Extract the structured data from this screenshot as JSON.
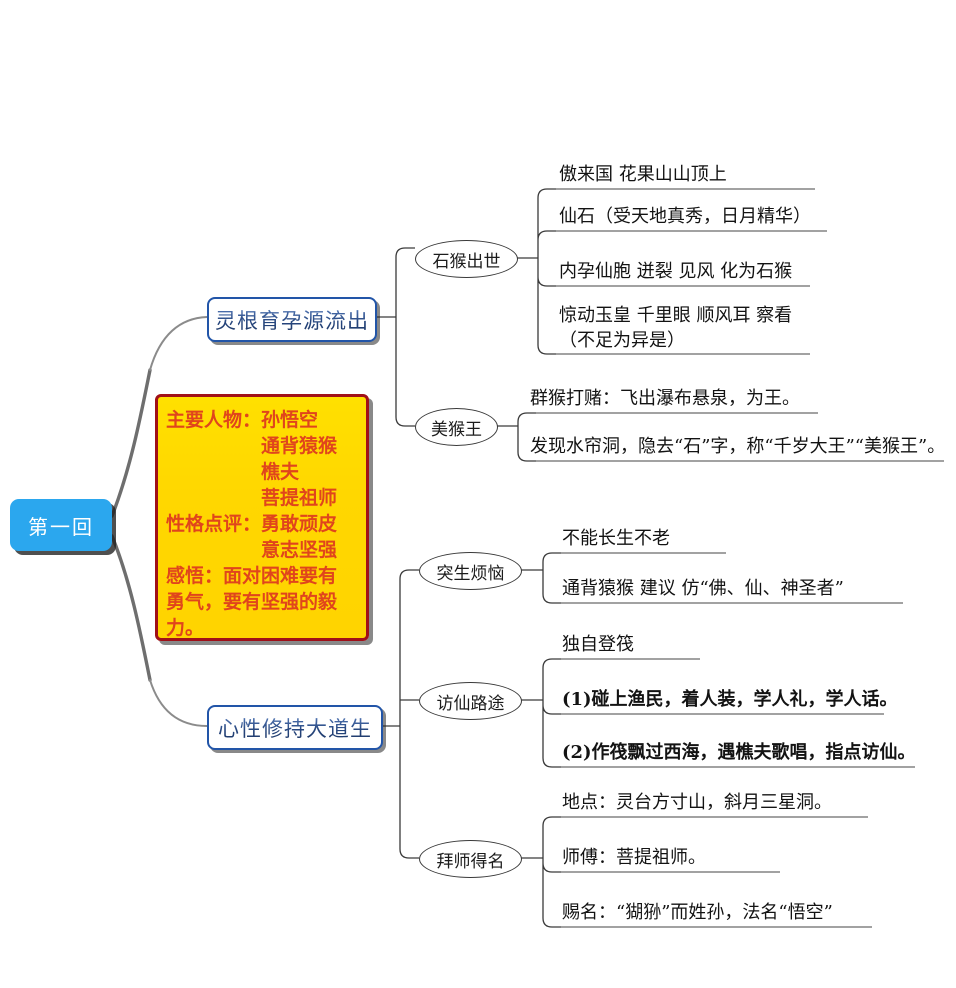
{
  "title": "西游记第一回思维导图",
  "colors": {
    "root_fill": "#2BA7EE",
    "root_text": "#FFFFFF",
    "l1_border": "#2255A8",
    "l1_text": "#2A4E8E",
    "note_fill": "#FFD700",
    "note_border": "#A01018",
    "note_text": "#E0451C",
    "line": "#3A3A3A",
    "background": "#FFFFFF"
  },
  "root": {
    "label": "第一回"
  },
  "note": {
    "name": "main-note-card",
    "lines": [
      "主要人物：孙悟空",
      "　　　　　通背猿猴",
      "　　　　　樵夫",
      "　　　　　菩提祖师",
      "性格点评：勇敢顽皮",
      "　　　　　意志坚强",
      "感悟：面对困难要有",
      "勇气，要有坚强的毅",
      "力。"
    ]
  },
  "branches": [
    {
      "id": "branch-a",
      "label": "灵根育孕源流出",
      "children": [
        {
          "id": "node-shihou-chushi",
          "label": "石猴出世",
          "leaves": [
            {
              "id": "leaf-a1",
              "text": "傲来国 花果山山顶上",
              "bold": false
            },
            {
              "id": "leaf-a2",
              "text": "仙石（受天地真秀，日月精华）",
              "bold": false
            },
            {
              "id": "leaf-a3",
              "text": "内孕仙胞 迸裂 见风 化为石猴",
              "bold": false
            },
            {
              "id": "leaf-a4",
              "text": "惊动玉皇 千里眼 顺风耳 察看\n（不足为异是）",
              "bold": false
            }
          ]
        },
        {
          "id": "node-meihouwang",
          "label": "美猴王",
          "leaves": [
            {
              "id": "leaf-b1",
              "text": "群猴打赌：飞出瀑布悬泉，为王。",
              "bold": false
            },
            {
              "id": "leaf-b2",
              "text": "发现水帘洞，隐去“石”字，称“千岁大王”“美猴王”。",
              "bold": false
            }
          ]
        }
      ]
    },
    {
      "id": "branch-b",
      "label": "心性修持大道生",
      "children": [
        {
          "id": "node-tusheng-fannao",
          "label": "突生烦恼",
          "leaves": [
            {
              "id": "leaf-c1",
              "text": "不能长生不老",
              "bold": false
            },
            {
              "id": "leaf-c2",
              "text": "通背猿猴 建议 仿“佛、仙、神圣者”",
              "bold": false
            }
          ]
        },
        {
          "id": "node-fangxian-lutu",
          "label": "访仙路途",
          "leaves": [
            {
              "id": "leaf-d1",
              "text": "独自登筏",
              "bold": false
            },
            {
              "id": "leaf-d2",
              "text": "(1)碰上渔民，着人装，学人礼，学人话。",
              "bold": true
            },
            {
              "id": "leaf-d3",
              "text": "(2)作筏飘过西海，遇樵夫歌唱，指点访仙。",
              "bold": true
            }
          ]
        },
        {
          "id": "node-baishi-deming",
          "label": "拜师得名",
          "leaves": [
            {
              "id": "leaf-e1",
              "text": "地点：灵台方寸山，斜月三星洞。",
              "bold": false
            },
            {
              "id": "leaf-e2",
              "text": "师傅：菩提祖师。",
              "bold": false
            },
            {
              "id": "leaf-e3",
              "text": "赐名：“猢狲”而姓孙，法名“悟空”",
              "bold": false
            }
          ]
        }
      ]
    }
  ]
}
